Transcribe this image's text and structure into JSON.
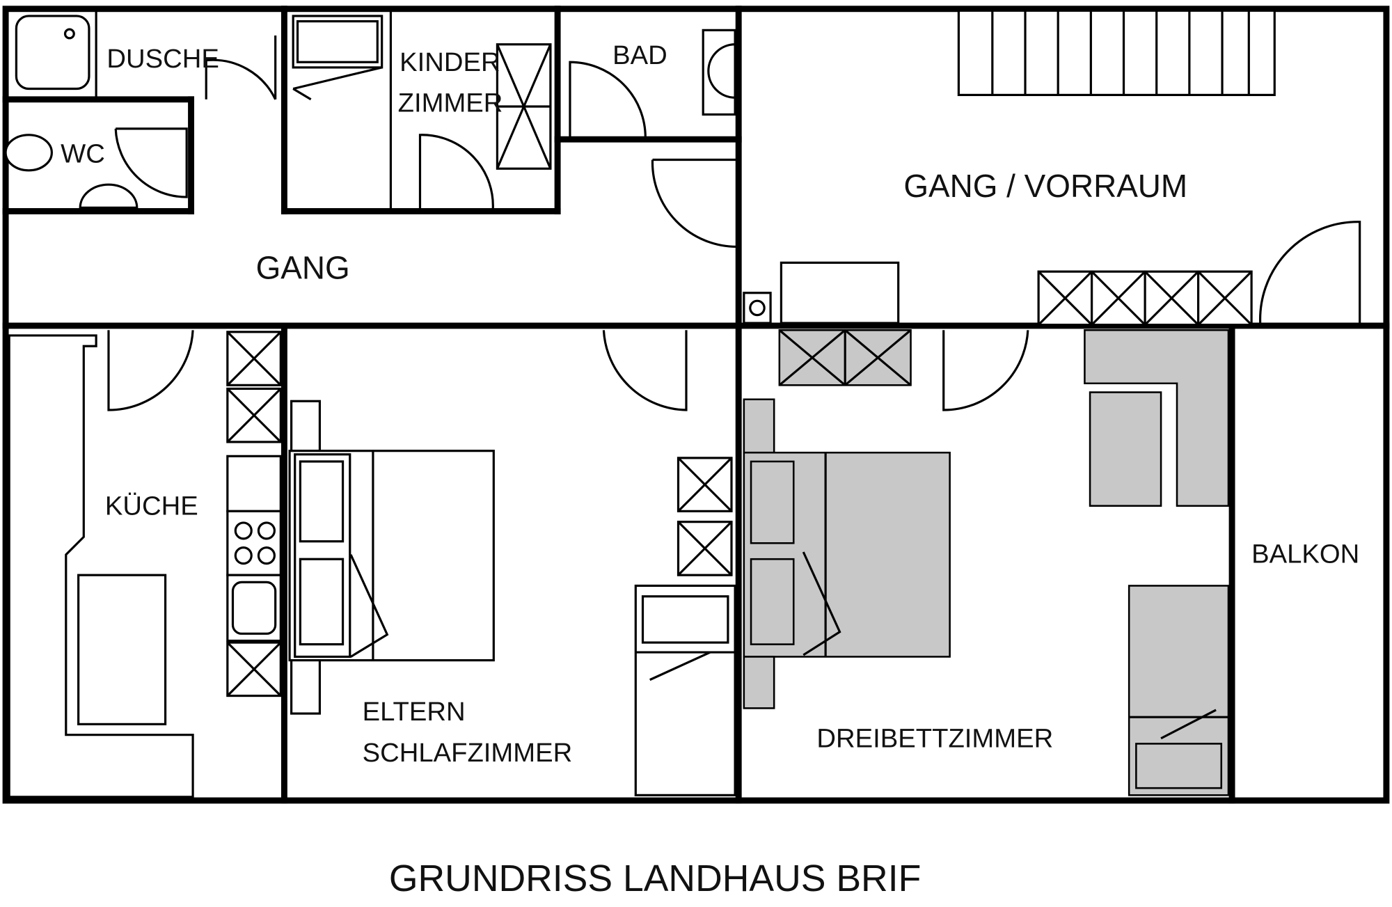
{
  "rooms": {
    "dusche": "DUSCHE",
    "wc": "WC",
    "kinder_line1": "KINDER",
    "kinder_line2": "ZIMMER",
    "bad": "BAD",
    "gang_vorraum": "GANG / VORRAUM",
    "gang": "GANG",
    "kueche": "KÜCHE",
    "eltern_line1": "ELTERN",
    "eltern_line2": "SCHLAFZIMMER",
    "dreibett": "DREIBETTZIMMER",
    "balkon": "BALKON"
  },
  "title": "GRUNDRISS LANDHAUS BRIF",
  "colors": {
    "wall": "#000000",
    "furniture_gray": "#c8c8c8"
  }
}
